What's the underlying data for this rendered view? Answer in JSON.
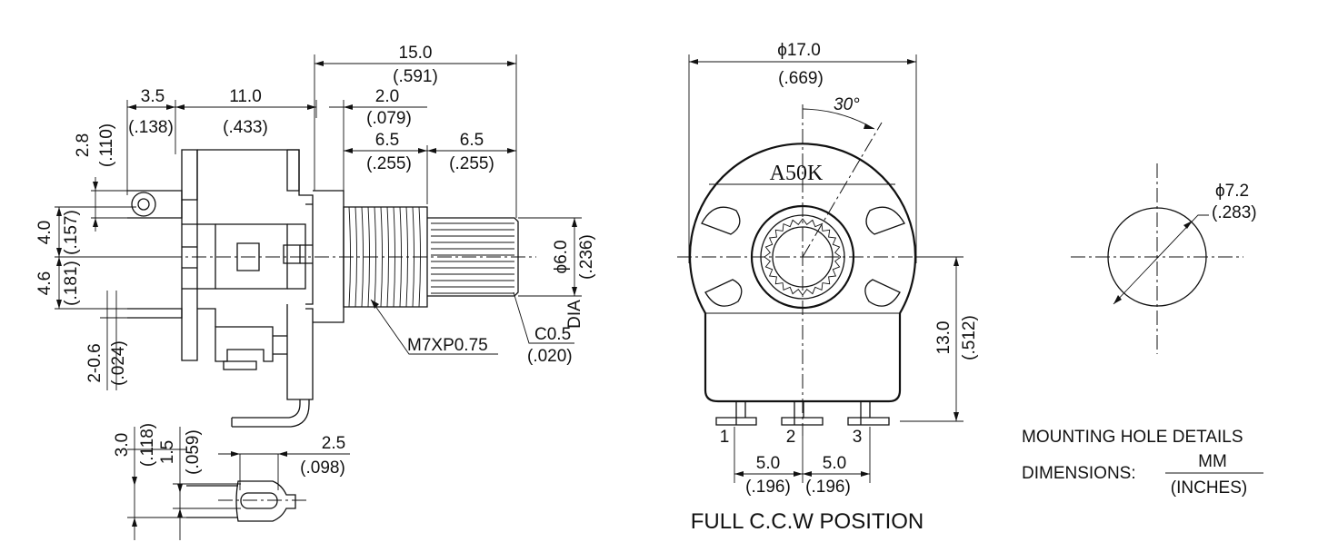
{
  "side_view": {
    "overall_length": "15.0",
    "overall_length_in": "(.591)",
    "body_width": "11.0",
    "body_width_in": "(.433)",
    "terminal_offset": "3.5",
    "terminal_offset_in": "(.138)",
    "flange": "2.0",
    "flange_in": "(.079)",
    "thread_length": "6.5",
    "thread_length_in": "(.255)",
    "shaft_length": "6.5",
    "shaft_length_in": "(.255)",
    "hole_height": "2.8",
    "hole_height_in": "(.110)",
    "upper_height": "4.0",
    "upper_height_in": "(.157)",
    "lower_height": "4.6",
    "lower_height_in": "(.181)",
    "pin_gap": "2-0.6",
    "pin_gap_in": "(.024)",
    "shaft_dia": "ϕ6.0",
    "shaft_dia_in": "(.236)",
    "dia_label": "DIA",
    "thread_spec": "M7XP0.75",
    "chamfer": "C0.5",
    "chamfer_in": "(.020)"
  },
  "pin_detail": {
    "height": "3.0",
    "height_in": "(.118)",
    "slot": "1.5",
    "slot_in": "(.059)",
    "slot_len": "2.5",
    "slot_len_in": "(.098)"
  },
  "front_view": {
    "diameter": "ϕ17.0",
    "diameter_in": "(.669)",
    "angle": "30°",
    "marking": "A50K",
    "height": "13.0",
    "height_in": "(.512)",
    "pitch1": "5.0",
    "pitch1_in": "(.196)",
    "pitch2": "5.0",
    "pitch2_in": "(.196)",
    "pin1": "1",
    "pin2": "2",
    "pin3": "3",
    "caption": "FULL C.C.W POSITION"
  },
  "mounting_hole": {
    "diameter": "ϕ7.2",
    "diameter_in": "(.283)",
    "title": "MOUNTING HOLE DETAILS",
    "dimensions_label": "DIMENSIONS:",
    "unit_top": "MM",
    "unit_bottom": "(INCHES)"
  }
}
